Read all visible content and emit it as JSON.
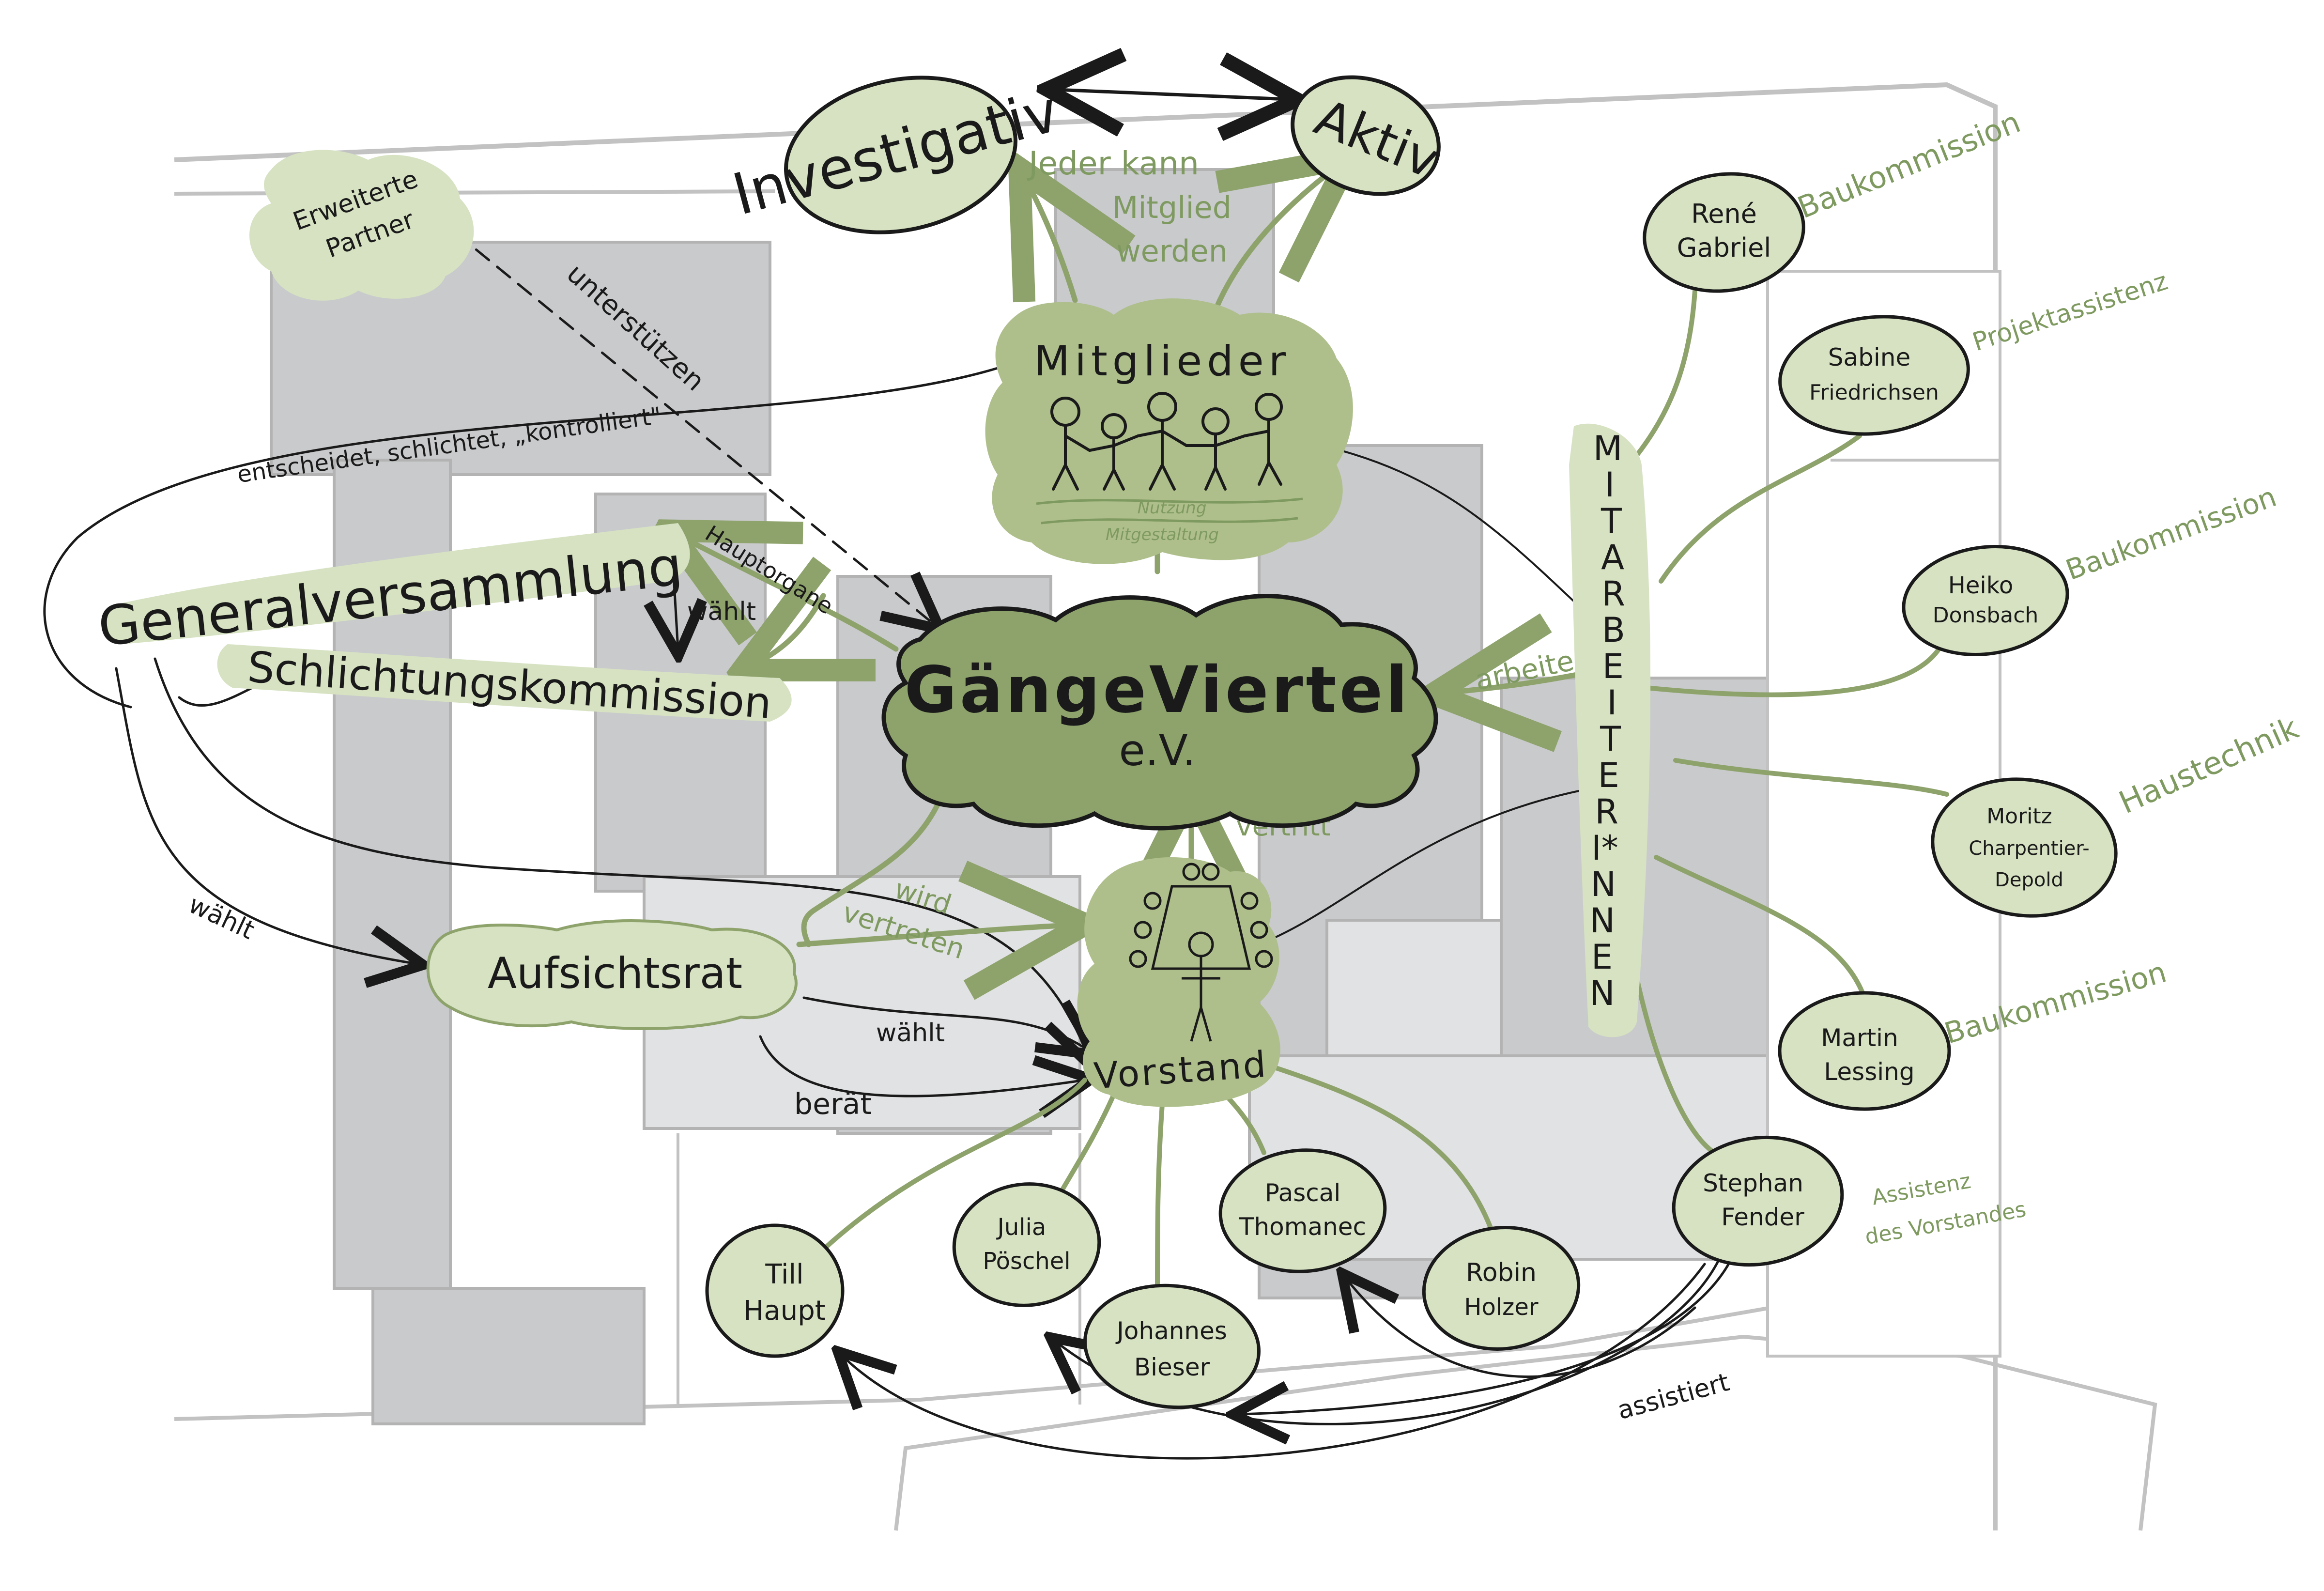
{
  "central": {
    "title": "GängeViertel",
    "subtitle": "e.V."
  },
  "top": {
    "investigativ": "Investigativ",
    "aktiv": "Aktiv",
    "jeder_kann_1": "Jeder kann",
    "jeder_kann_2": "Mitglied",
    "jeder_kann_3": "werden"
  },
  "mitglieder": {
    "label": "Mitglieder",
    "nutzung": "Nutzung",
    "mitgestaltung": "Mitgestaltung"
  },
  "erweiterte": {
    "line1": "Erweiterte",
    "line2": "Partner"
  },
  "edges": {
    "unterstuetzen": "unterstützen",
    "entscheidet": "entscheidet, schlichtet, „kontrolliert\"",
    "hauptorgane": "Hauptorgane",
    "waehlt_1": "wählt",
    "waehlt_2": "wählt",
    "waehlt_3": "wählt",
    "beraet": "berät",
    "wird_vertreten_1": "wird",
    "wird_vertreten_2": "vertreten",
    "vertritt": "vertritt",
    "arbeiten": "arbeiten",
    "assistiert": "assistiert"
  },
  "organs": {
    "generalversammlung": "Generalversammlung",
    "schlichtung": "Schlichtungskommission",
    "aufsichtsrat": "Aufsichtsrat",
    "vorstand": "Vorstand"
  },
  "mitarbeiter_letters": [
    "M",
    "I",
    "T",
    "A",
    "R",
    "B",
    "E",
    "I",
    "T",
    "E",
    "R",
    "I*",
    "N",
    "N",
    "E",
    "N"
  ],
  "staff": [
    {
      "line1": "René",
      "line2": "Gabriel",
      "role": "Baukommission"
    },
    {
      "line1": "Sabine",
      "line2": "Friedrichsen",
      "role": "Projektassistenz"
    },
    {
      "line1": "Heiko",
      "line2": "Donsbach",
      "role": "Baukommission"
    },
    {
      "line1": "Moritz",
      "line2": "Charpentier-",
      "line3": "Depold",
      "role": "Haustechnik"
    },
    {
      "line1": "Martin",
      "line2": "Lessing",
      "role": "Baukommission"
    },
    {
      "line1": "Stephan",
      "line2": "Fender",
      "role_1": "Assistenz",
      "role_2": "des Vorstandes"
    }
  ],
  "board": [
    {
      "line1": "Till",
      "line2": "Haupt"
    },
    {
      "line1": "Julia",
      "line2": "Pöschel"
    },
    {
      "line1": "Johannes",
      "line2": "Bieser"
    },
    {
      "line1": "Pascal",
      "line2": "Thomanec"
    },
    {
      "line1": "Robin",
      "line2": "Holzer"
    }
  ],
  "colors": {
    "light_green": "#d6e2c2",
    "mid_green": "#b6c997",
    "dark_green": "#8ea36c",
    "accent_green": "#7f9a60",
    "building_gray": "#c9cacc",
    "light_gray": "#e4e5e6",
    "line_gray": "#bdbdbd"
  }
}
